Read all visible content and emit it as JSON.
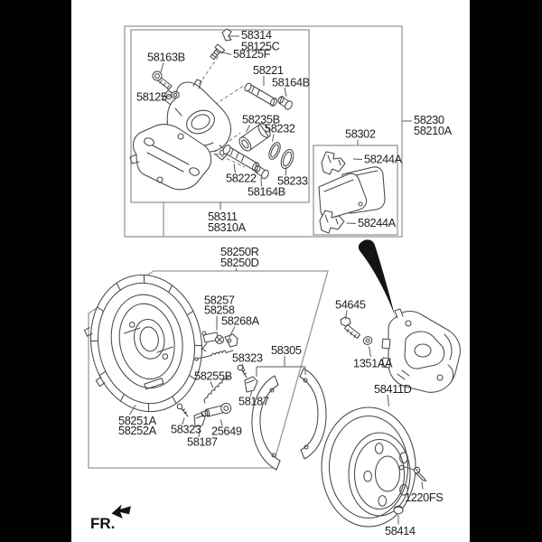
{
  "colors": {
    "canvas": "#ffffff",
    "side_bars": "#000000",
    "box_line": "#989898",
    "part_line": "#474747",
    "label_text": "#1f1f1f"
  },
  "footer": {
    "direction_label": "FR."
  },
  "caliper_kit": {
    "assembly": {
      "line1": "58230",
      "line2": "58210A"
    },
    "sub_assembly": {
      "line1": "58311",
      "line2": "58310A"
    },
    "parts": {
      "bleeder_clip": "58314",
      "bleeder_cap": "58125C",
      "bleeder_screw": "58125F",
      "guide_bolt": "58163B",
      "guide_rod_upper": "58221",
      "rod_bushing_upper": "58164B",
      "bolt_nut": "58125",
      "piston": "58235B",
      "piston_seal": "58232",
      "guide_rod_lower": "58222",
      "piston_boot": "58233",
      "rod_bushing_lower": "58164B"
    },
    "pad_kit": {
      "kit_number": "58302",
      "pad_spring_upper": "58244A",
      "pad_spring_lower": "58244A"
    }
  },
  "parking_brake": {
    "assembly": {
      "line1": "58250R",
      "line2": "58250D"
    },
    "parts": {
      "adjuster_line1": "58257",
      "adjuster_line2": "58258",
      "operating_lever": "58268A",
      "bolt_upper": "58323",
      "shoe_kit": "58305",
      "return_spring": "58255B",
      "shoe_clip_right": "58187",
      "backing_plate_line1": "58251A",
      "backing_plate_line2": "58252A",
      "bolt_lower": "58323",
      "shoe_clip_lower": "58187",
      "adjuster_strut": "25649"
    }
  },
  "caliper_mounting": {
    "mount_bolt": "54645",
    "washer": "1351AA"
  },
  "rotor": {
    "disc": "58411D",
    "set_screw": "1220FS",
    "cap": "58414"
  }
}
